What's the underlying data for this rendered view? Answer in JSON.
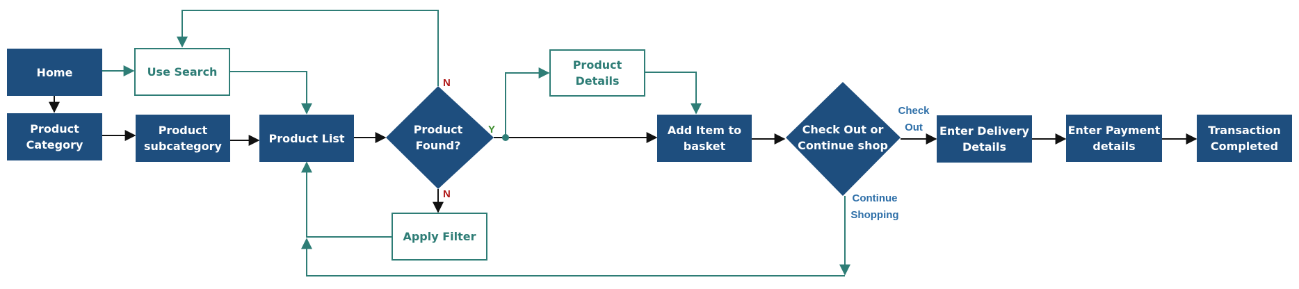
{
  "colors": {
    "filled": "#1e4e7e",
    "outline": "#2e7d76",
    "arrow_black": "#111111",
    "arrow_teal": "#2e7d76",
    "label_no": "#b01818",
    "label_yes": "#3e8e2e",
    "label_blue": "#2e6fa8"
  },
  "nodes": {
    "home": "Home",
    "product_category": "Product\nCategory",
    "use_search": "Use Search",
    "product_subcategory": "Product\nsubcategory",
    "product_list": "Product List",
    "product_found": "Product\nFound?",
    "apply_filter": "Apply Filter",
    "product_details": "Product\nDetails",
    "add_item": "Add Item to\nbasket",
    "checkout_decision": "Check Out or\nContinue shop",
    "enter_delivery": "Enter Delivery\nDetails",
    "enter_payment": "Enter Payment\ndetails",
    "transaction_completed": "Transaction\nCompleted"
  },
  "edge_labels": {
    "no_top": "N",
    "no_bottom": "N",
    "yes": "Y",
    "check_out": "Check\nOut",
    "continue_shopping": "Continue\nShopping"
  }
}
